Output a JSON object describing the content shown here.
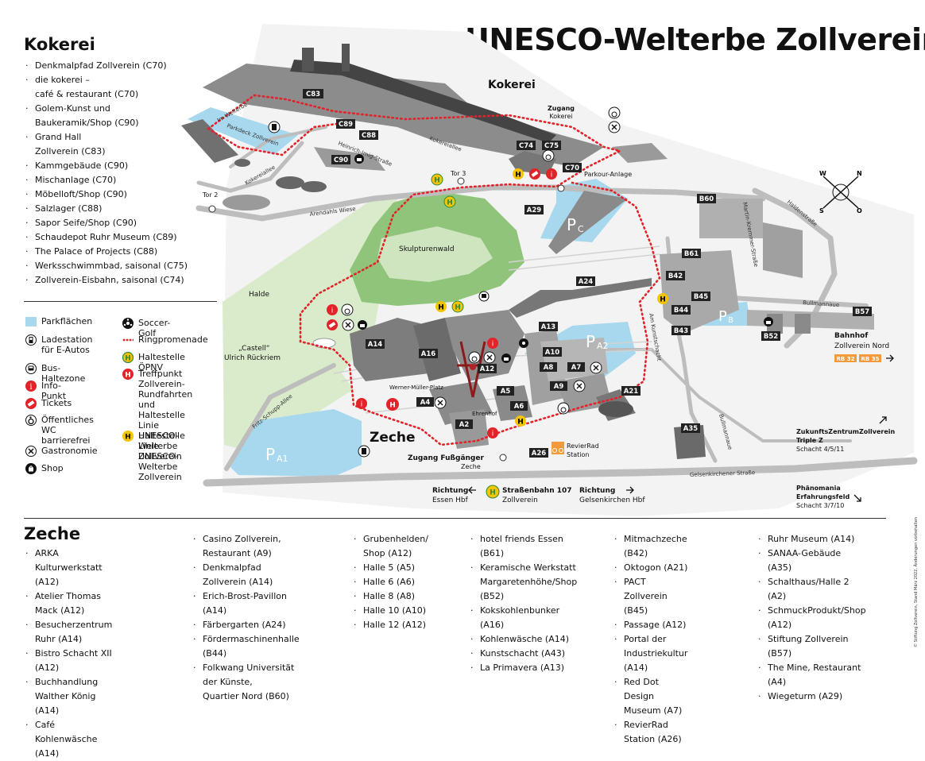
{
  "title": "UNESCO-Welterbe Zollverein",
  "kokerei": {
    "heading": "Kokerei",
    "items": [
      "Denkmalpfad Zollverein (C70)",
      "die kokerei –\ncafé & restaurant (C70)",
      "Golem-Kunst und\nBaukeramik/Shop (C90)",
      "Grand Hall\nZollverein (C83)",
      "Kammgebäude (C90)",
      "Mischanlage (C70)",
      "Möbelloft/Shop (C90)",
      "Salzlager (C88)",
      "Sapor Seife/Shop (C90)",
      "Schaudepot Ruhr Museum (C89)",
      "The Palace of Projects (C88)",
      "Werksschwimmbad, saisonal (C75)",
      "Zollverein-Eisbahn, saisonal (C74)"
    ]
  },
  "legend": {
    "parking": "Parkflächen",
    "charging": "Ladestation\nfür E-Autos",
    "bus": "Bus-Haltezone",
    "info": "Info-Punkt",
    "tickets": "Tickets",
    "wc": "Öffentliches WC\nbarrierefrei",
    "gastro": "Gastronomie",
    "shop": "Shop",
    "soccer": "Soccer-Golf",
    "ring": "Ringpromenade",
    "oepnv": "Haltestelle ÖPNV",
    "treff": "Treffpunkt Zollverein-\nRundfahrten und\nHaltestelle Linie\nUNESCO-Welterbe\nZollverein",
    "linie": "Haltestelle Linie\nUNESCO-Welterbe\nZollverein"
  },
  "colors": {
    "park": "#a8d8ee",
    "green": "#8fc47a",
    "red": "#e2232a",
    "yellow": "#f5c400",
    "gray": "#9a9a9a",
    "orange": "#f29a3c"
  },
  "map": {
    "kokerei_label": "Kokerei",
    "zeche_label": "Zeche",
    "zugang_kokerei": "Zugang",
    "zugang_kokerei2": "Kokerei",
    "parkour": "Parkour-Anlage",
    "tor3": "Tor 3",
    "tor2": "Tor 2",
    "skulpturenwald": "Skulpturenwald",
    "halde": "Halde",
    "castell1": "„Castell“",
    "castell2": "Ulrich Rückriem",
    "werner": "Werner-Müller-Platz",
    "ehrenhof": "Ehrenhof",
    "zugang_fuss": "Zugang Fußgänger",
    "zugang_fuss2": "Zeche",
    "revierrad1": "RevierRad",
    "revierrad2": "Station",
    "richtung1a": "Richtung",
    "richtung1b": "Essen Hbf",
    "strassenbahn": "Straßenbahn 107",
    "strassenbahn2": "Zollverein",
    "richtung2a": "Richtung",
    "richtung2b": "Gelsenkirchen Hbf",
    "bahnhof1": "Bahnhof",
    "bahnhof2": "Zollverein Nord",
    "rb32": "RB 32",
    "rb35": "RB 35",
    "zukunft1": "ZukunftsZentrumZollverein",
    "zukunft2": "Triple Z",
    "zukunft3": "Schacht 4/5/11",
    "phaeno1": "Phänomania",
    "phaeno2": "Erfahrungsfeld",
    "phaeno3": "Schacht 3/7/10",
    "street_arendahls": "Arendahls Wiese",
    "street_heinrich": "Heinrich-Imig-Straße",
    "street_kokerei": "Kokereiallee",
    "street_kokerei2": "Kokereiallee",
    "street_welterbe": "Im Welterbe",
    "street_parkdeck": "Parkdeck Zollverein",
    "street_fritz": "Fritz-Schupp-Allee",
    "street_gelsen": "Gelsenkirchener Straße",
    "street_martin": "Martin-Kremmer-Straße",
    "street_halden": "Haldenstraße",
    "street_kunst": "Am Kunstschacht",
    "street_bull": "Bullmannaue",
    "street_bull2": "Bullmannaue",
    "p_c": "C",
    "p_a1": "A1",
    "p_a2": "A2",
    "p_b": "B",
    "p_letter": "P",
    "compass_n": "N",
    "compass_o": "O",
    "compass_s": "S",
    "compass_w": "W",
    "buildings": [
      {
        "id": "C83"
      },
      {
        "id": "C89"
      },
      {
        "id": "C88"
      },
      {
        "id": "C90"
      },
      {
        "id": "C74"
      },
      {
        "id": "C75"
      },
      {
        "id": "C70"
      },
      {
        "id": "A29"
      },
      {
        "id": "A24"
      },
      {
        "id": "B60"
      },
      {
        "id": "B61"
      },
      {
        "id": "B42"
      },
      {
        "id": "B45"
      },
      {
        "id": "B44"
      },
      {
        "id": "B43"
      },
      {
        "id": "B52"
      },
      {
        "id": "B57"
      },
      {
        "id": "A14"
      },
      {
        "id": "A16"
      },
      {
        "id": "A13"
      },
      {
        "id": "A10"
      },
      {
        "id": "A12"
      },
      {
        "id": "A8"
      },
      {
        "id": "A7"
      },
      {
        "id": "A9"
      },
      {
        "id": "A5"
      },
      {
        "id": "A4"
      },
      {
        "id": "A6"
      },
      {
        "id": "A2"
      },
      {
        "id": "A21"
      },
      {
        "id": "A35"
      },
      {
        "id": "A26"
      }
    ]
  },
  "zeche": {
    "heading": "Zeche",
    "columns": [
      [
        "ARKA Kulturwerkstatt (A12)",
        "Atelier Thomas Mack (A12)",
        "Besucherzentrum Ruhr (A14)",
        "Bistro Schacht XII (A12)",
        "Buchhandlung Walther König (A14)",
        "Café Kohlenwäsche (A14)"
      ],
      [
        "Casino Zollverein, Restaurant (A9)",
        "Denkmalpfad Zollverein (A14)",
        "Erich-Brost-Pavillon (A14)",
        "Färbergarten (A24)",
        "Fördermaschinenhalle (B44)",
        "Folkwang Universität der Künste,\nQuartier Nord (B60)"
      ],
      [
        "Grubenhelden/\nShop (A12)",
        "Halle 5 (A5)",
        "Halle 6 (A6)",
        "Halle 8 (A8)",
        "Halle 10 (A10)",
        "Halle 12 (A12)"
      ],
      [
        "hotel friends Essen (B61)",
        "Keramische Werkstatt\nMargaretenhöhe/Shop (B52)",
        "Kokskohlenbunker (A16)",
        "Kohlenwäsche (A14)",
        "Kunstschacht (A43)",
        "La Primavera (A13)"
      ],
      [
        "Mitmachzeche (B42)",
        "Oktogon (A21)",
        "PACT Zollverein (B45)",
        "Passage (A12)",
        "Portal der Industriekultur (A14)",
        "Red Dot Design Museum (A7)",
        "RevierRad Station (A26)"
      ],
      [
        "Ruhr Museum (A14)",
        "SANAA-Gebäude (A35)",
        "Schalthaus/Halle 2 (A2)",
        "SchmuckProdukt/Shop (A12)",
        "Stiftung Zollverein (B57)",
        "The Mine, Restaurant (A4)",
        "Wiegeturm (A29)"
      ]
    ]
  },
  "copyright": "© Stiftung Zollverein, Stand März 2022, Änderungen vorbehalten"
}
